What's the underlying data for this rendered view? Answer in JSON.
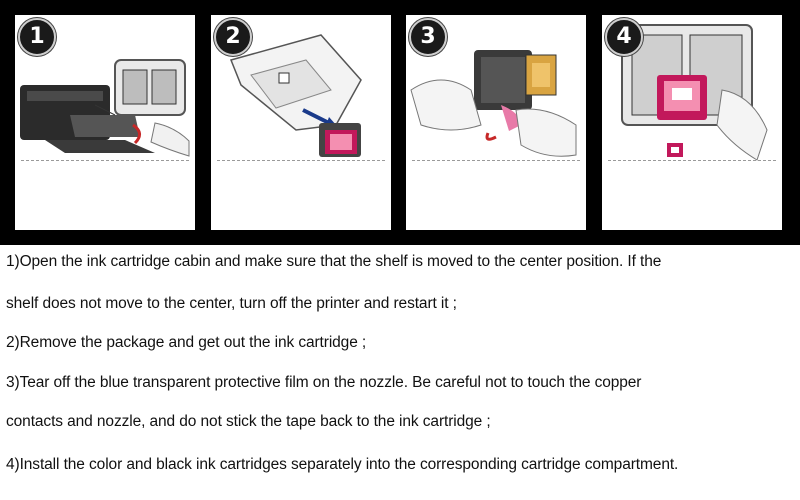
{
  "panels": [
    {
      "number": "1",
      "icon": "printer-open-cabin-icon"
    },
    {
      "number": "2",
      "icon": "cartridge-package-icon"
    },
    {
      "number": "3",
      "icon": "tear-protective-film-icon"
    },
    {
      "number": "4",
      "icon": "install-cartridge-icon"
    }
  ],
  "instructions": [
    "1)Open the ink cartridge cabin and make sure that the shelf is moved to the center position. If the",
    "shelf does not move to the center, turn off the printer and restart it ;",
    "2)Remove the package and get out the ink cartridge ;",
    "3)Tear off the blue transparent protective film on the nozzle. Be careful not to touch the copper",
    "contacts and nozzle, and do not stick the tape back to the ink cartridge ;",
    "4)Install the color and black ink cartridges separately into the corresponding cartridge compartment."
  ],
  "colors": {
    "strip": "#000000",
    "cartridge_magenta": "#c2185b",
    "tab": "#e87aa8"
  }
}
